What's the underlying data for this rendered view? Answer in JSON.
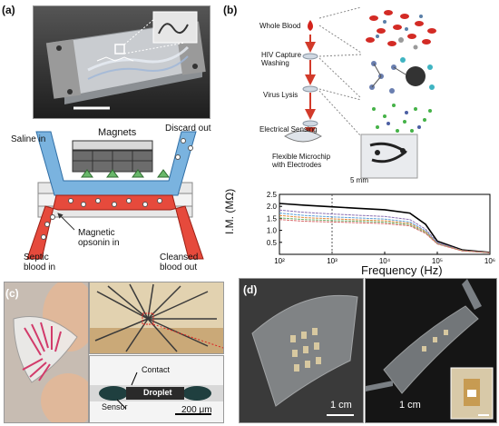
{
  "panels": {
    "a": {
      "label": "(a)",
      "diagram": {
        "magnets": "Magnets",
        "saline_in": "Saline in",
        "discard_out": "Discard out",
        "magnetic_opsonin": "Magnetic\nopsonin in",
        "septic_blood": "Septic\nblood in",
        "cleansed_blood": "Cleansed\nblood out"
      }
    },
    "b": {
      "label": "(b)",
      "steps": [
        "Whole Blood",
        "HIV Capture\nWashing",
        "Virus Lysis",
        "Electrical Sensing"
      ],
      "chip_caption": "Flexible Microchip\nwith Electrodes",
      "scale": "5 mm",
      "chart_data": {
        "type": "line",
        "xlabel": "Frequency (Hz)",
        "ylabel": "I.M. (MΩ)",
        "x_scale": "log",
        "xlim": [
          100,
          1000000
        ],
        "ylim": [
          0,
          2.5
        ],
        "x_ticks": [
          100,
          1000,
          10000,
          100000,
          1000000
        ],
        "x_tick_labels": [
          "10²",
          "10³",
          "10⁴",
          "10⁵",
          "10⁶"
        ],
        "y_ticks": [
          0.5,
          1.0,
          1.5,
          2.0,
          2.5
        ],
        "y_tick_labels": [
          "0.5",
          "1.0",
          "1.5",
          "2.0",
          "2.5"
        ],
        "series": [
          {
            "color": "#000000",
            "x": [
              100,
              300,
              1000,
              3000,
              10000,
              30000,
              60000,
              100000,
              300000,
              1000000
            ],
            "y": [
              2.12,
              2.05,
              1.98,
              1.92,
              1.86,
              1.72,
              1.25,
              0.55,
              0.18,
              0.08
            ]
          },
          {
            "color": "#8a6fb3",
            "x": [
              100,
              300,
              1000,
              3000,
              10000,
              30000,
              60000,
              100000,
              300000,
              1000000
            ],
            "y": [
              1.85,
              1.75,
              1.68,
              1.63,
              1.58,
              1.45,
              1.05,
              0.5,
              0.16,
              0.07
            ]
          },
          {
            "color": "#5aa0d8",
            "x": [
              100,
              300,
              1000,
              3000,
              10000,
              30000,
              60000,
              100000,
              300000,
              1000000
            ],
            "y": [
              1.72,
              1.62,
              1.56,
              1.52,
              1.47,
              1.35,
              0.98,
              0.47,
              0.15,
              0.07
            ]
          },
          {
            "color": "#e38b3c",
            "x": [
              100,
              300,
              1000,
              3000,
              10000,
              30000,
              60000,
              100000,
              300000,
              1000000
            ],
            "y": [
              1.62,
              1.53,
              1.48,
              1.44,
              1.4,
              1.29,
              0.94,
              0.45,
              0.15,
              0.07
            ]
          },
          {
            "color": "#6db36d",
            "x": [
              100,
              300,
              1000,
              3000,
              10000,
              30000,
              60000,
              100000,
              300000,
              1000000
            ],
            "y": [
              1.52,
              1.45,
              1.41,
              1.38,
              1.34,
              1.24,
              0.9,
              0.44,
              0.14,
              0.07
            ]
          },
          {
            "color": "#d86a6a",
            "x": [
              100,
              300,
              1000,
              3000,
              10000,
              30000,
              60000,
              100000,
              300000,
              1000000
            ],
            "y": [
              1.45,
              1.38,
              1.35,
              1.32,
              1.28,
              1.19,
              0.87,
              0.43,
              0.14,
              0.07
            ]
          }
        ],
        "annotation_x": 1000
      }
    },
    "c": {
      "label": "(c)",
      "contact": "Contact",
      "droplet": "Droplet",
      "sensor": "Sensor",
      "scale": "200 μm"
    },
    "d": {
      "label": "(d)",
      "scale_left": "1 cm",
      "scale_right": "1 cm"
    }
  }
}
